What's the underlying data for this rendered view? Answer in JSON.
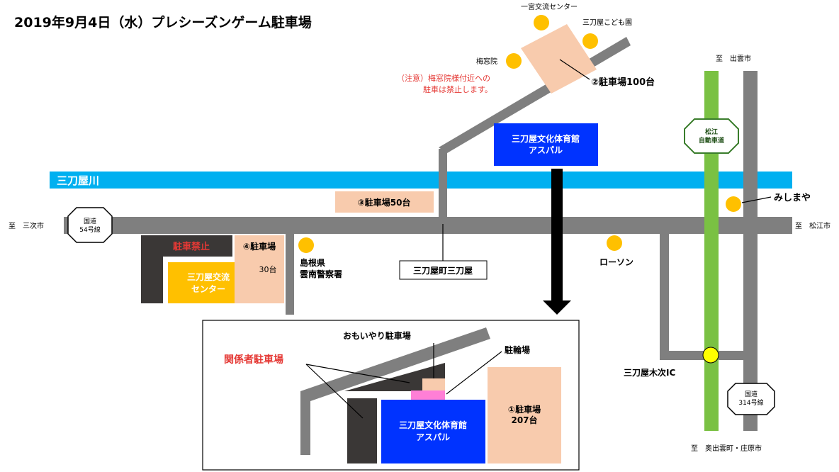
{
  "title": "2019年9月4日（水）プレシーズンゲーム駐車場",
  "colors": {
    "road": "#7f7f7f",
    "river": "#00b0f0",
    "expressway": "#7ac143",
    "parking": "#f8cbad",
    "gym": "#0033ff",
    "exchange_center": "#ffc000",
    "marker": "#ffc000",
    "dark": "#3a3736",
    "bicycle": "#ff7fd6",
    "no_parking_text": "#e53935"
  },
  "labels": {
    "ichinomiya_center": "一宮交流センター",
    "kodomoen": "三刀屋こども園",
    "baisoin": "梅窓院",
    "notice_line1": "（注意）梅窓院様付近への",
    "notice_line2": "駐車は禁止します。",
    "parking2": "②駐車場100台",
    "gym_line1": "三刀屋文化体育館",
    "gym_line2": "アスパル",
    "to_izumo": "至　出雲市",
    "expressway_line1": "松江",
    "expressway_line2": "自動車道",
    "river": "三刀屋川",
    "parking3": "③駐車場50台",
    "mishimaya": "みしまや",
    "to_miyoshi": "至　三次市",
    "route54_line1": "国道",
    "route54_line2": "54号線",
    "to_matsue": "至　松江市",
    "no_parking": "駐車禁止",
    "parking4_line1": "④駐車場",
    "parking4_line2": "30台",
    "exchange_line1": "三刀屋交流",
    "exchange_line2": "センター",
    "police_line1": "島根県",
    "police_line2": "雲南警察署",
    "mitoya_town": "三刀屋町三刀屋",
    "lawson": "ローソン",
    "omoiyari": "おもいやり駐車場",
    "bicycle_parking": "駐輪場",
    "staff_parking": "関係者駐車場",
    "parking1_line1": "①駐車場",
    "parking1_line2": "207台",
    "inset_gym_line1": "三刀屋文化体育館",
    "inset_gym_line2": "アスパル",
    "kisuki_ic": "三刀屋木次IC",
    "route314_line1": "国道",
    "route314_line2": "314号線",
    "to_okuizumo": "至　奥出雲町・庄原市"
  }
}
